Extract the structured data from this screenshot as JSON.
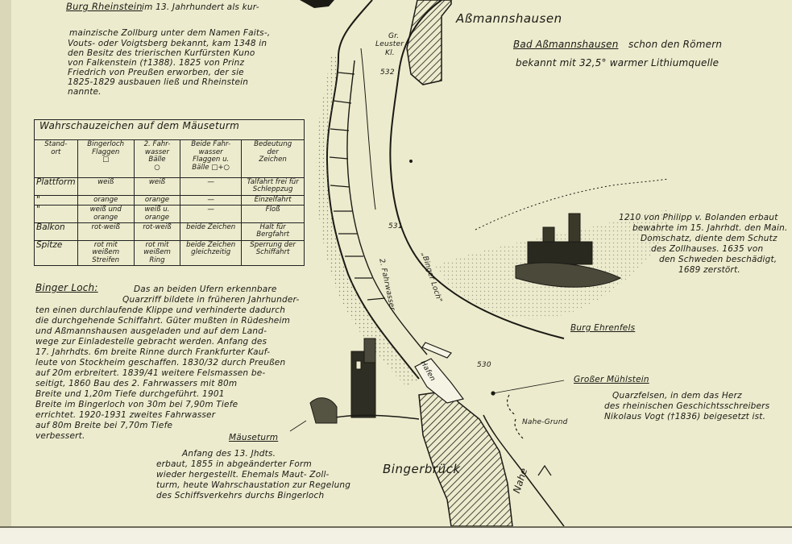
{
  "places": {
    "assmannshausen": "Aßmannshausen",
    "bingerbrueck": "Bingerbrück",
    "nahe": "Nahe"
  },
  "labels": {
    "gr_leuster": "Gr.",
    "gr_leuster2": "Leuster",
    "kl": "Kl.",
    "km532": "532",
    "km531": "531",
    "km530": "530",
    "binger_loch_river": "„Binger Loch\"",
    "fahrwasser": "2. Fahrwasser",
    "hafen": "Hafen",
    "nahe_grund": "Nahe-Grund",
    "burg_ehrenfels": "Burg Ehrenfels",
    "grosser_muehlstein": "Großer Mühlstein",
    "maeuseturm": "Mäuseturm",
    "bad_assmannshausen": "Bad Aßmannshausen"
  },
  "texts": {
    "burg_rheinstein_title": "Burg Rheinstein",
    "burg_rheinstein_lines": [
      "im 13. Jahrhundert als kur-",
      "mainzische Zollburg unter dem Namen Faits-,",
      "Vouts- oder Voigtsberg bekannt, kam 1348 in",
      "den Besitz des trierischen Kurfürsten Kuno",
      "von Falkenstein (†1388). 1825 von Prinz",
      "Friedrich von Preußen erworben, der sie",
      "1825-1829 ausbauen ließ und Rheinstein",
      "nannte."
    ],
    "bad_rest": "schon den Römern",
    "bad_line2": "bekannt mit 32,5° warmer Lithiumquelle",
    "ehrenfels_lines": [
      "1210 von Philipp v. Bolanden erbaut",
      "bewahrte im 15. Jahrhdt. den Main.",
      "Domschatz, diente dem Schutz",
      "des Zollhauses. 1635 von",
      "den Schweden beschädigt,",
      "1689 zerstört."
    ],
    "binger_loch_title": "Binger Loch:",
    "binger_loch_first": "Das an beiden Ufern erkennbare",
    "binger_loch_lines": [
      "Quarzriff bildete in früheren Jahrhunder-",
      "ten einen durchlaufende Klippe und verhinderte dadurch",
      "die durchgehende Schiffahrt. Güter mußten in Rüdesheim",
      "und Aßmannshausen ausgeladen und auf dem Land-",
      "wege zur Einladestelle gebracht werden. Anfang des",
      "17. Jahrhdts. 6m breite Rinne durch Frankfurter Kauf-",
      "leute von Stockheim geschaffen. 1830/32 durch Preußen",
      "auf 20m erbreitert. 1839/41 weitere Felsmassen be-",
      "seitigt, 1860 Bau des 2. Fahrwassers mit 80m",
      "Breite und 1,20m Tiefe durchgeführt. 1901",
      "Breite im Bingerloch von 30m bei 7,90m Tiefe",
      "errichtet. 1920-1931 zweites Fahrwasser",
      "auf 80m Breite bei 7,70m Tiefe",
      "verbessert."
    ],
    "muehlstein_lines": [
      "Quarzfelsen, in dem das Herz",
      "des rheinischen Geschichtsschreibers",
      "Nikolaus Vogt (†1836) beigesetzt ist."
    ],
    "maeuseturm_lines": [
      "Anfang des 13. Jhdts.",
      "erbaut, 1855 in abgeänderter Form",
      "wieder hergestellt. Ehemals Maut- Zoll-",
      "turm, heute Wahrschaustation zur Regelung",
      "des Schiffsverkehrs durchs Bingerloch"
    ]
  },
  "table": {
    "caption": "Wahrschauzeichen auf dem Mäuseturm",
    "headers": [
      "Stand-ort",
      "Bingerloch Flaggen □",
      "2. Fahr-wasser Bälle ○",
      "Beide Fahr-wasser Flaggen u. Bälle □+○",
      "Bedeutung der Zeichen"
    ],
    "h0": [
      "Stand-",
      "ort"
    ],
    "h1": [
      "Bingerloch",
      "Flaggen",
      "□"
    ],
    "h2": [
      "2. Fahr-",
      "wasser",
      "Bälle",
      "○"
    ],
    "h3": [
      "Beide Fahr-",
      "wasser",
      "Flaggen u.",
      "Bälle □+○"
    ],
    "h4": [
      "Bedeutung",
      "der",
      "Zeichen"
    ],
    "plattform": "Plattform",
    "ditto": "\"",
    "r1": [
      "weiß",
      "weiß",
      "—",
      "Talfahrt frei für Schleppzug"
    ],
    "r2": [
      "orange",
      "orange",
      "—",
      "Einzelfahrt"
    ],
    "r3": [
      "weiß und orange",
      "weiß u. orange",
      "—",
      "Floß"
    ],
    "balkon": [
      "Balkon",
      "rot-weiß",
      "rot-weiß",
      "beide Zeichen",
      "Halt für Bergfahrt"
    ],
    "spitze": [
      "Spitze",
      "rot mit weißem Streifen",
      "rot mit weißem Ring",
      "beide Zeichen gleichzeitig",
      "Sperrung der Schiffahrt"
    ]
  },
  "colors": {
    "paper": "#ecebcd",
    "ink": "#1b1a15",
    "stipple": "#b9b8a0"
  }
}
